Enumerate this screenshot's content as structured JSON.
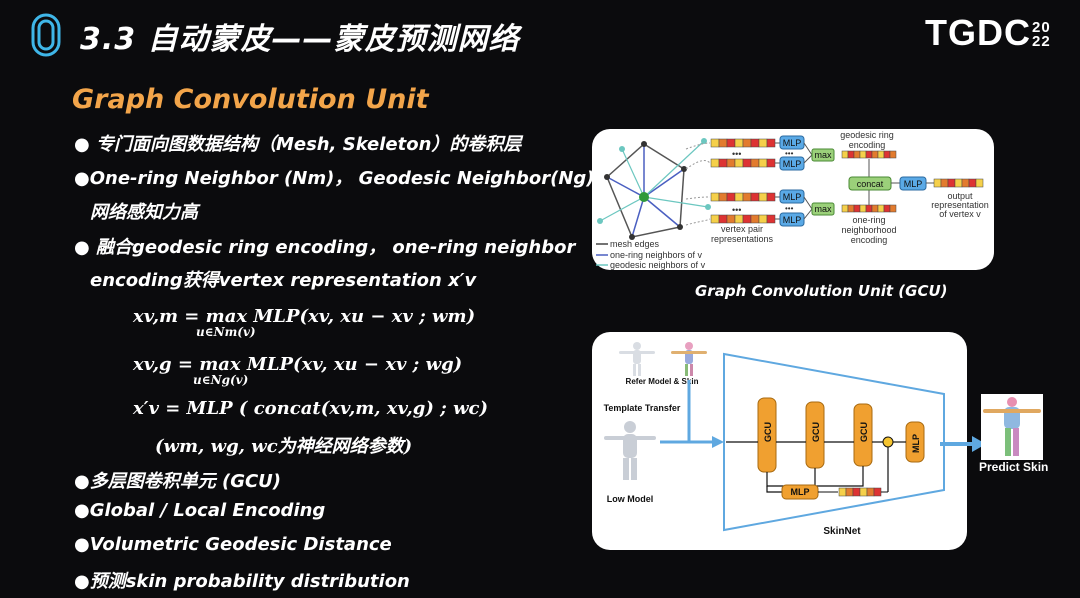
{
  "slide": {
    "title": "3.3 自动蒙皮——蒙皮预测网络",
    "brand_letters": "TGDC",
    "brand_year_top": "20",
    "brand_year_bottom": "22"
  },
  "section": {
    "heading": "Graph Convolution Unit"
  },
  "bullets": {
    "b1": "● 专门面向图数据结构（Mesh, Skeleton）的卷积层",
    "b2_line1": "●One-ring Neighbor (Nm)， Geodesic Neighbor(Ng) 提高",
    "b2_line2": "网络感知力高",
    "b3_line1": "● 融合geodesic ring encoding， one-ring neighbor",
    "b3_line2": "encoding获得vertex representation x′v",
    "b4": "●多层图卷积单元 (GCU)",
    "b5": "●Global / Local Encoding",
    "b6": "●Volumetric Geodesic Distance",
    "b7": "●预测skin probability distribution"
  },
  "formulas": {
    "f1": "xv,m =  max  MLP(xv, xu − xv ; wm)",
    "f1_sub": "u∈Nm(v)",
    "f2": "xv,g =  max  MLP(xv, xu − xv ; wg)",
    "f2_sub": "u∈Ng(v)",
    "f3": "x′v   =   MLP ( concat(xv,m, xv,g) ; wc)",
    "note": "(wm, wg, wc为神经网络参数)"
  },
  "gcu_figure": {
    "caption": "Graph Convolution Unit (GCU)",
    "mlp": "MLP",
    "max": "max",
    "concat": "concat",
    "dots": "•••",
    "geodesic_1": "geodesic ring",
    "geodesic_2": "encoding",
    "onering_1": "one-ring",
    "onering_2": "neighborhood",
    "onering_3": "encoding",
    "vertex_pair_1": "vertex pair",
    "vertex_pair_2": "representations",
    "output_1": "output",
    "output_2": "representation",
    "output_3": "of vertex v",
    "legend_edges": "mesh edges",
    "legend_onering": "one-ring neighbors of v",
    "legend_geodesic": "geodesic neighbors of v"
  },
  "skinnet_figure": {
    "refer": "Refer Model & Skin",
    "template": "Template Transfer",
    "low": "Low Model",
    "gcu": "GCU",
    "mlp": "MLP",
    "net": "SkinNet",
    "predict": "Predict Skin"
  },
  "colors": {
    "accent": "#f3a54a",
    "mlp_fill": "#5aa9e6",
    "max_fill": "#9bd07a",
    "gcu_fill": "#f0a030",
    "arrow": "#5fa8e0"
  }
}
